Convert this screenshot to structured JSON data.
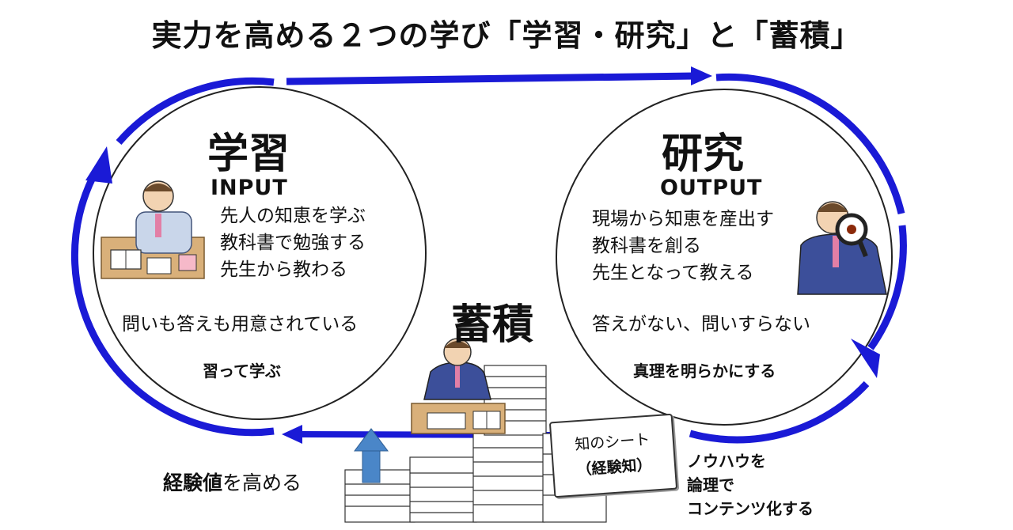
{
  "title": "実力を高める２つの学び「学習・研究」と「蓄積」",
  "colors": {
    "arrow": "#1a1ad6",
    "circle": "#222222",
    "up_arrow": "#4a86c8",
    "paper": "#ffffff",
    "suit": "#3c4f9a",
    "desk": "#d9b07a"
  },
  "learning": {
    "heading": "学習",
    "sub": "INPUT",
    "lines": [
      "先人の知恵を学ぶ",
      "教科書で勉強する",
      "先生から教わる"
    ],
    "note": "問いも答えも用意されている",
    "motto": "習って学ぶ"
  },
  "research": {
    "heading": "研究",
    "sub": "OUTPUT",
    "lines": [
      "現場から知恵を産出す",
      "教科書を創る",
      "先生となって教える"
    ],
    "note": "答えがない、問いすらない",
    "motto": "真理を明らかにする"
  },
  "accumulation": {
    "heading": "蓄積",
    "card_line1": "知のシート",
    "card_line2": "（経験知）",
    "knowhow": [
      "ノウハウを",
      "論理で",
      "コンテンツ化する"
    ],
    "experience_prefix": "経験値",
    "experience_suffix": "を高める"
  },
  "icons": [
    "thinking-man-icon",
    "magnifier-man-icon",
    "desk-man-icon",
    "paper-stacks-icon",
    "up-arrow-icon"
  ]
}
